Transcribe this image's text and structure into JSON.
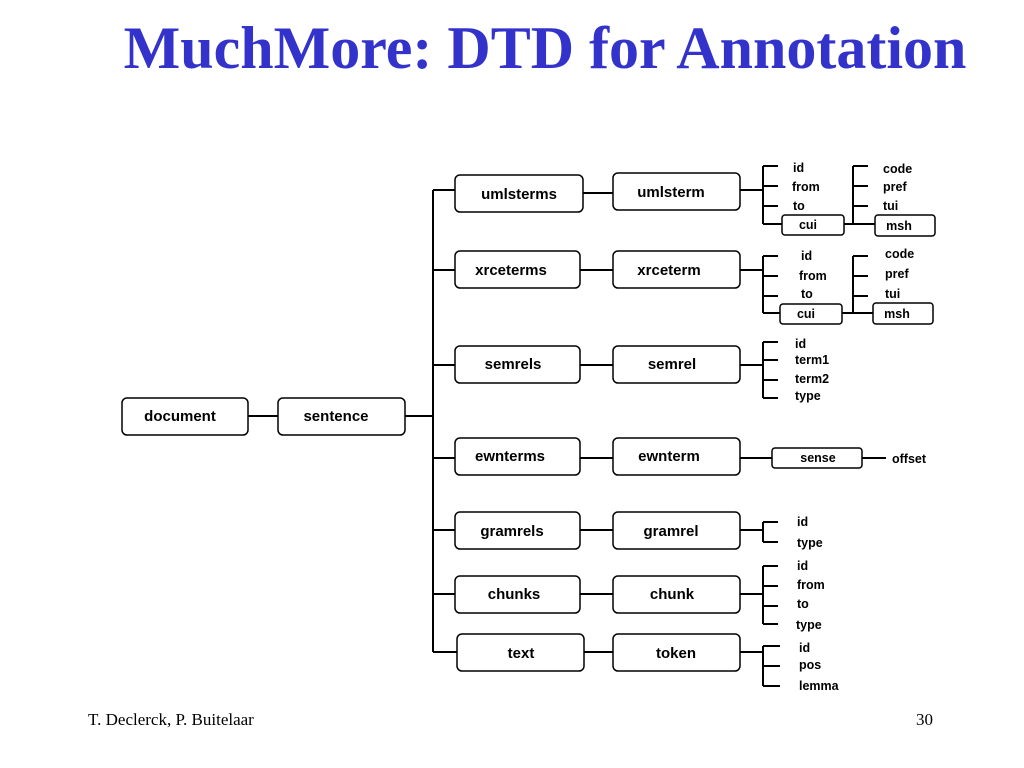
{
  "title": "MuchMore: DTD for Annotation",
  "diagram": {
    "nodes": {
      "document": "document",
      "sentence": "sentence",
      "umlsterms": "umlsterms",
      "umlsterm": "umlsterm",
      "xrceterms": "xrceterms",
      "xrceterm": "xrceterm",
      "semrels": "semrels",
      "semrel": "semrel",
      "ewnterms": "ewnterms",
      "ewnterm": "ewnterm",
      "gramrels": "gramrels",
      "gramrel": "gramrel",
      "chunks": "chunks",
      "chunk": "chunk",
      "text": "text",
      "token": "token",
      "cui_1": "cui",
      "msh_1": "msh",
      "cui_2": "cui",
      "msh_2": "msh",
      "sense": "sense"
    },
    "attributes": {
      "umlsterm": [
        "id",
        "from",
        "to"
      ],
      "umls_cui": [
        "code",
        "pref",
        "tui"
      ],
      "xrceterm": [
        "id",
        "from",
        "to"
      ],
      "xrce_cui": [
        "code",
        "pref",
        "tui"
      ],
      "semrel": [
        "id",
        "term1",
        "term2",
        "type"
      ],
      "sense": [
        "offset"
      ],
      "gramrel": [
        "id",
        "type"
      ],
      "chunk": [
        "id",
        "from",
        "to",
        "type"
      ],
      "token": [
        "id",
        "pos",
        "lemma"
      ]
    }
  },
  "footer": {
    "authors": "T. Declerck, P. Buitelaar",
    "page": "30"
  }
}
